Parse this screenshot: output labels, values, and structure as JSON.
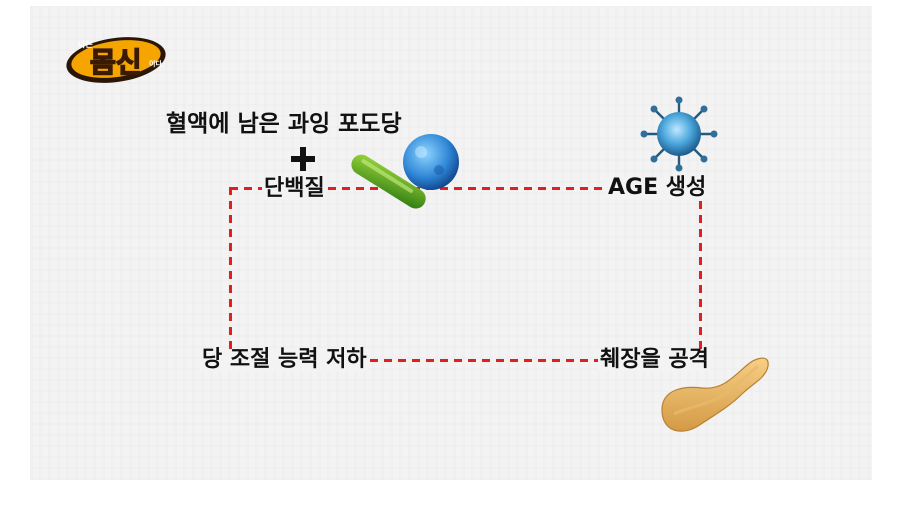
{
  "logo": {
    "icon": "show-logo-icon",
    "text_small_left": "나는",
    "text_main": "몸신",
    "text_small_right": "이다"
  },
  "diagram": {
    "excess_glucose": "혈액에 남은 과잉 포도당",
    "protein": "단백질",
    "age_formation": "AGE 생성",
    "pancreas_attack": "췌장을 공격",
    "glucose_regulation_decline": "당 조절 능력 저하",
    "arrow_color": "#e02020"
  },
  "illustrations": {
    "bacteria_rod": "green-bacteria-icon",
    "blue_cell": "blue-cell-icon",
    "virus": "virus-icon",
    "pancreas": "pancreas-icon"
  }
}
